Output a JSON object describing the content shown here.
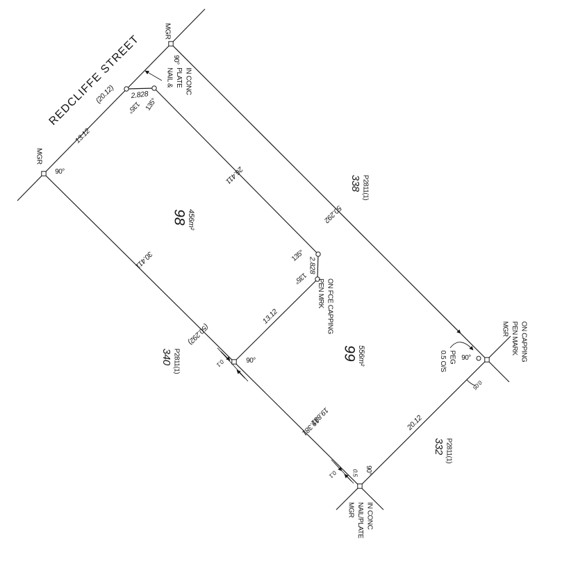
{
  "plan": {
    "street_name": "REDCLIFFE STREET",
    "lots": [
      {
        "number": "98",
        "area": "456m²"
      },
      {
        "number": "99",
        "area": "556m²"
      }
    ],
    "adjoining_lots": [
      {
        "number": "338",
        "plan": "P2811(1)"
      },
      {
        "number": "340",
        "plan": "P2811(1)"
      },
      {
        "number": "332",
        "plan": "P2811(1)"
      }
    ],
    "dimensions": {
      "street_frontage": "13.12",
      "street_total": "(20.12)",
      "street_splay": "2.828",
      "ne_boundary": "50.292",
      "sw_lot98": "30.411",
      "sw_total": "(50.292)",
      "sw_lot99": "19.881",
      "sw_lot99_alt": "19.381",
      "internal_long": "26.411",
      "internal_splay": "2.828",
      "internal_short": "13.12",
      "se_boundary": "20.12"
    },
    "angles": {
      "right": "90°",
      "splay": "135°"
    },
    "offsets": {
      "mid_corner": "0.1",
      "bottom_corner": "0.1",
      "bottom_small": "0.5",
      "east_small": "0.05"
    },
    "marks": {
      "mgr": "MGR",
      "top_corner": [
        "NAIL &",
        "PLATE",
        "IN CONC"
      ],
      "mid_corner": [
        "PEN MRK",
        "ON FCE CAPPING"
      ],
      "east_corner": [
        "MGR",
        "PEN MARK",
        "ON CAPPING"
      ],
      "bottom_corner": [
        "MGR",
        "NAIL/PLATE",
        "IN CONC"
      ],
      "offset_peg": [
        "0.5 O/S",
        "PEG"
      ]
    }
  }
}
